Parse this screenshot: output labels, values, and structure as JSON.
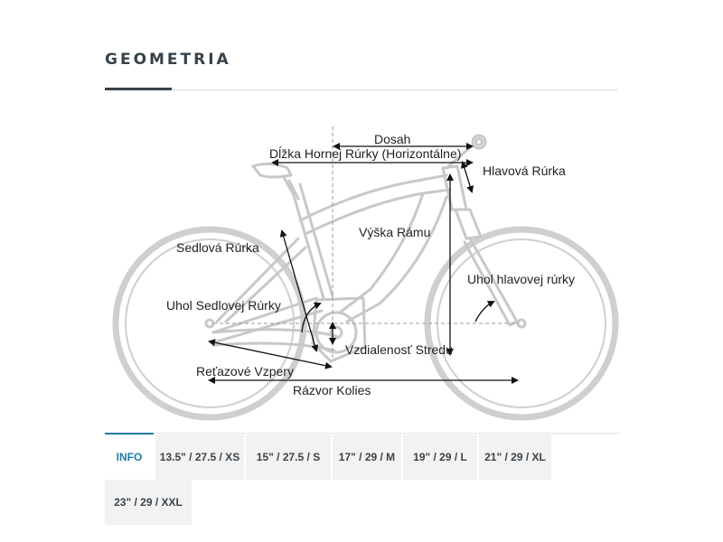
{
  "section": {
    "title": "GEOMETRIA"
  },
  "diagram": {
    "labels": {
      "reach": "Dosah",
      "top_tube": "Dĺžka Hornej Rúrky (Horizontálne)",
      "head_tube": "Hlavová Rúrka",
      "seat_tube": "Sedlová Rúrka",
      "frame_height": "Výška Rámu",
      "head_tube_angle": "Uhol hlavovej rúrky",
      "seat_tube_angle": "Uhol Sedlovej Rúrky",
      "bb_drop": "Vzdialenosť Stredu",
      "chainstays": "Reťazové Vzpery",
      "wheelbase": "Rázvor Kolies"
    }
  },
  "tabs": {
    "items": [
      {
        "label": "INFO",
        "active": true
      },
      {
        "label": "13.5\" / 27.5 / XS",
        "active": false
      },
      {
        "label": "15\" / 27.5 / S",
        "active": false
      },
      {
        "label": "17\" / 29 / M",
        "active": false
      },
      {
        "label": "19\" / 29 / L",
        "active": false
      },
      {
        "label": "21\" / 29 / XL",
        "active": false
      },
      {
        "label": "23\" / 29 / XXL",
        "active": false
      }
    ]
  },
  "colors": {
    "accent": "#1f7aa7",
    "heading": "#37424a",
    "bike": "#cfcfcf"
  }
}
